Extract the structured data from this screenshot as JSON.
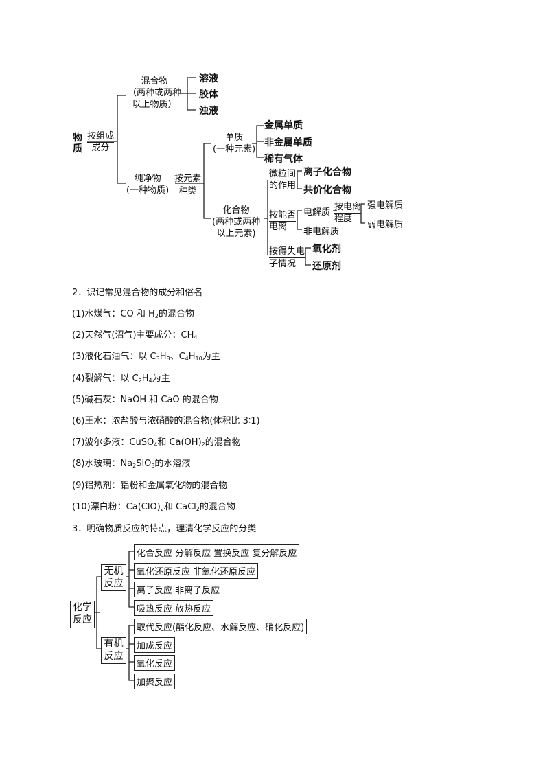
{
  "classification": {
    "root": [
      "物",
      "质"
    ],
    "by_composition": [
      "按组成",
      "成分"
    ],
    "mixture": {
      "title": "混合物",
      "note_lines": [
        "（两种或两种",
        "以上物质）"
      ],
      "types": [
        "溶液",
        "胶体",
        "浊液"
      ]
    },
    "pure": {
      "title": "纯净物",
      "note": "(一种物质)",
      "by_element": [
        "按元素",
        "种类"
      ]
    },
    "simple": {
      "title": "单质",
      "note": "(一种元素)",
      "types": [
        "金属单质",
        "非金属单质",
        "稀有气体"
      ]
    },
    "compound": {
      "title": "化合物",
      "note_lines": [
        "(两种或两种",
        "以上元素)"
      ],
      "micro": {
        "label": [
          "微粒间",
          "的作用"
        ],
        "types": [
          "离子化合物",
          "共价化合物"
        ]
      },
      "ionize": {
        "label": [
          "按能否",
          "电离"
        ],
        "types": [
          "电解质",
          "非电解质"
        ]
      },
      "degree": {
        "label": [
          "按电离",
          "程度"
        ],
        "types": [
          "强电解质",
          "弱电解质"
        ]
      },
      "electron": {
        "label": [
          "按得失电",
          "子情况"
        ],
        "types": [
          "氧化剂",
          "还原剂"
        ]
      }
    }
  },
  "section2": {
    "heading": "2．识记常见混合物的成分和俗名",
    "items": [
      {
        "pre": "(1)水煤气：CO 和 H",
        "sub": "2",
        "post": "的混合物"
      },
      {
        "pre": "(2)天然气(沼气)主要成分：CH",
        "sub": "4",
        "post": ""
      },
      {
        "pre": "(3)液化石油气：以 C",
        "sub": "3",
        "mid": "H",
        "sub2": "8",
        "mid2": "、C",
        "sub3": "4",
        "mid3": "H",
        "sub4": "10",
        "post": "为主"
      },
      {
        "pre": "(4)裂解气：以 C",
        "sub": "2",
        "mid": "H",
        "sub2": "4",
        "post": "为主"
      },
      {
        "pre": "(5)碱石灰：NaOH 和 CaO 的混合物",
        "sub": "",
        "post": ""
      },
      {
        "pre": "(6)王水：浓盐酸与浓硝酸的混合物(体积比 3∶1)",
        "sub": "",
        "post": ""
      },
      {
        "pre": "(7)波尔多液：CuSO",
        "sub": "4",
        "mid": "和 Ca(OH)",
        "sub2": "2",
        "post": "的混合物"
      },
      {
        "pre": "(8)水玻璃：Na",
        "sub": "2",
        "mid": "SiO",
        "sub2": "3",
        "post": "的水溶液"
      },
      {
        "pre": "(9)铝热剂：铝粉和金属氧化物的混合物",
        "sub": "",
        "post": ""
      },
      {
        "pre": "(10)漂白粉：Ca(ClO)",
        "sub": "2",
        "mid": "和 CaCl",
        "sub2": "2",
        "post": "的混合物"
      }
    ]
  },
  "section3": {
    "heading": "3．明确物质反应的特点，理清化学反应的分类",
    "root": [
      "化学",
      "反应"
    ],
    "inorganic": {
      "label": [
        "无机",
        "反应"
      ],
      "items": [
        "化合反应  分解反应  置换反应  复分解反应",
        "氧化还原反应  非氧化还原反应",
        "离子反应  非离子反应",
        "吸热反应  放热反应"
      ]
    },
    "organic": {
      "label": [
        "有机",
        "反应"
      ],
      "items": [
        "取代反应(酯化反应、水解反应、硝化反应)",
        "加成反应",
        "氧化反应",
        "加聚反应"
      ]
    }
  }
}
